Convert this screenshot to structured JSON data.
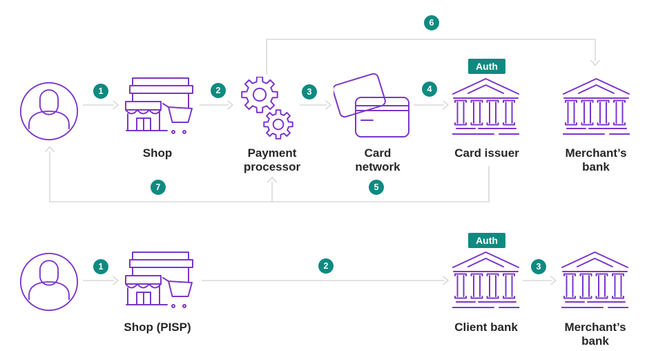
{
  "colors": {
    "icon_purple": "#7b35c9",
    "badge_teal": "#0e8a80",
    "connector_gray": "#d9d9d9",
    "label_dark": "#262626",
    "auth_text": "#ffffff",
    "background": "#ffffff"
  },
  "icons": {
    "customer": "person-icon",
    "shop": "storefront-cart-icon",
    "payment_processor": "gears-icon",
    "card_network": "payment-cards-icon",
    "bank": "bank-building-icon"
  },
  "top_flow": {
    "labels": {
      "shop": "Shop",
      "payment_processor": "Payment processor",
      "card_network": "Card network",
      "card_issuer": "Card issuer",
      "merchants_bank": "Merchant’s bank"
    },
    "auth_badge": "Auth",
    "step_badges": [
      "1",
      "2",
      "3",
      "4",
      "5",
      "6",
      "7"
    ]
  },
  "bottom_flow": {
    "labels": {
      "shop_pisp": "Shop (PISP)",
      "client_bank": "Client bank",
      "merchants_bank": "Merchant’s bank"
    },
    "auth_badge": "Auth",
    "step_badges": [
      "1",
      "2",
      "3"
    ]
  }
}
